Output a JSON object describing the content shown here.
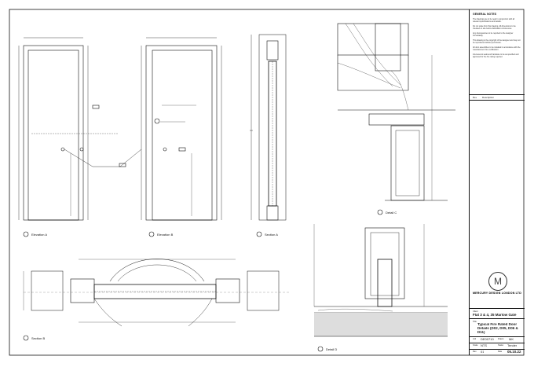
{
  "title_block": {
    "notes_title": "GENERAL NOTES",
    "notes": [
      "The drawings are to be read in conjunction with all relevant specifications and details.",
      "Do not scale from this drawing. All dimensions to be checked on site before fabrication commences.",
      "Any discrepancies to be reported to the designer immediately.",
      "This drawing is the copyright of the designer and may not be reproduced without permission.",
      "All door assemblies to be installed in accordance with the manufacturer's fire certification.",
      "Intumescent seals and hardware to be as specified and approved for the fire rating required."
    ],
    "revisions_header": [
      "Rev",
      "Description"
    ],
    "company_logo_letter": "M",
    "company_name": "MERCURY DESIGN LONDON LTD",
    "client_label": "Client",
    "client_value": "Flat 3 & 4, 35 Marlow Gate",
    "title_label": "Title",
    "title_lines": [
      "Typical Fire Rated Door",
      "Details (D02, D05, D06 &",
      "D11)"
    ],
    "job_label": "Job",
    "job_value": "DE00710",
    "drawn_label": "Drawn",
    "drawn_value": "MK",
    "scale_label": "Scale",
    "scale_value": "NTS",
    "date_label": "Date",
    "date_value": "05.10.22",
    "rev_label": "Rev",
    "rev_value": "01",
    "status_label": "Status",
    "status_value": "Tender"
  },
  "views": {
    "elevation_a": "Elevation A",
    "elevation_b": "Elevation B",
    "section_a": "Section A",
    "section_b": "Section B",
    "detail_c": "Detail C",
    "detail_d": "Detail D"
  }
}
